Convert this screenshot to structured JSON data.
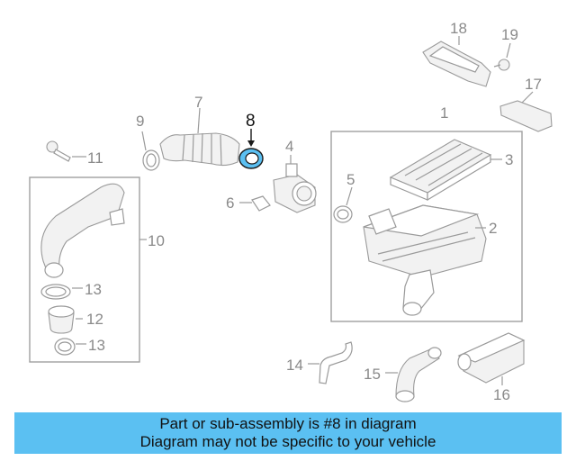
{
  "callouts": {
    "c1": "1",
    "c2": "2",
    "c3": "3",
    "c4": "4",
    "c5": "5",
    "c6": "6",
    "c7": "7",
    "c8": "8",
    "c9": "9",
    "c10": "10",
    "c11": "11",
    "c12": "12",
    "c13a": "13",
    "c13b": "13",
    "c14": "14",
    "c15": "15",
    "c16": "16",
    "c17": "17",
    "c18": "18",
    "c19": "19"
  },
  "highlight": {
    "part_number": "8",
    "color": "#5bc0f2"
  },
  "banner": {
    "line1": "Part or sub-assembly is #8 in diagram",
    "line2": "Diagram may not be specific to your vehicle",
    "color": "#5bc0f2"
  }
}
